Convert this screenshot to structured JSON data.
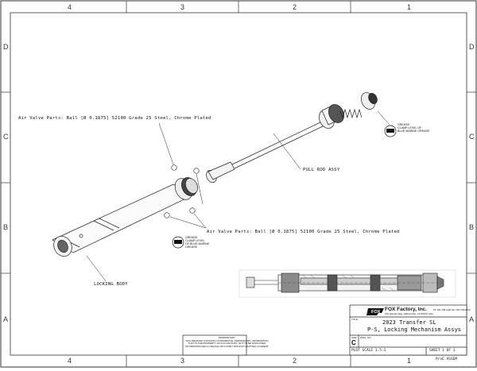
{
  "border": {
    "top_columns": [
      "4",
      "3",
      "2",
      "1"
    ],
    "bottom_columns": [
      "4",
      "3",
      "2",
      "1"
    ],
    "left_rows": [
      "D",
      "C",
      "B",
      "A"
    ],
    "right_rows": [
      "D",
      "C",
      "B",
      "A"
    ]
  },
  "callouts": {
    "air_valve_top": "Air Valve Parts: Ball [Ø 0.1875] 52100 Grade 25 Steel, Chrome Plated",
    "air_valve_bottom": "Air Valve Parts: Ball [Ø 0.1875] 52100 Grade 25 Steel, Chrome Plated",
    "pull_rod": "PULL ROD ASSY",
    "locking_body": "LOCKING BODY"
  },
  "grease_notes": {
    "right": "GREASE:\nCLAMP LEVEL OF\nBLUE MARINE GREASE",
    "left": "GREASE:\nCLAMP LEVEL\nOF BLUE MARINE\nGREASE"
  },
  "title_block": {
    "company": "FOX Factory, Inc.",
    "address_line": "130 Hangar Way, Watsonville, CA 95076 USA",
    "phone_line": "Ph: 831-768-1100  Fax: 831-768-9312",
    "title_label": "TITLE",
    "title_line_1": "2023 Transfer SL",
    "title_line_2": "P-S, Locking Mechanism Assys",
    "size_label": "SIZE",
    "size_value": "C",
    "dwg_no_label": "DWG. NO.",
    "plot_scale": "PLOT SCALE 1.5:1",
    "sheet": "SHEET 1 OF 1",
    "bottom_note": "ProE ASSEM",
    "proprietary": "PROPRIETARY\nTHIS DRAWING CONTAINS CONFIDENTIAL PROPRIETARY INFORMATION\nTHAT IS THE PROPERTY OF FOX FACTORY. NOT TO BE DISCLOSED\nOR REPRODUCED IN WHOLE OR IN PART WITHOUT WRITTEN CONSENT"
  }
}
